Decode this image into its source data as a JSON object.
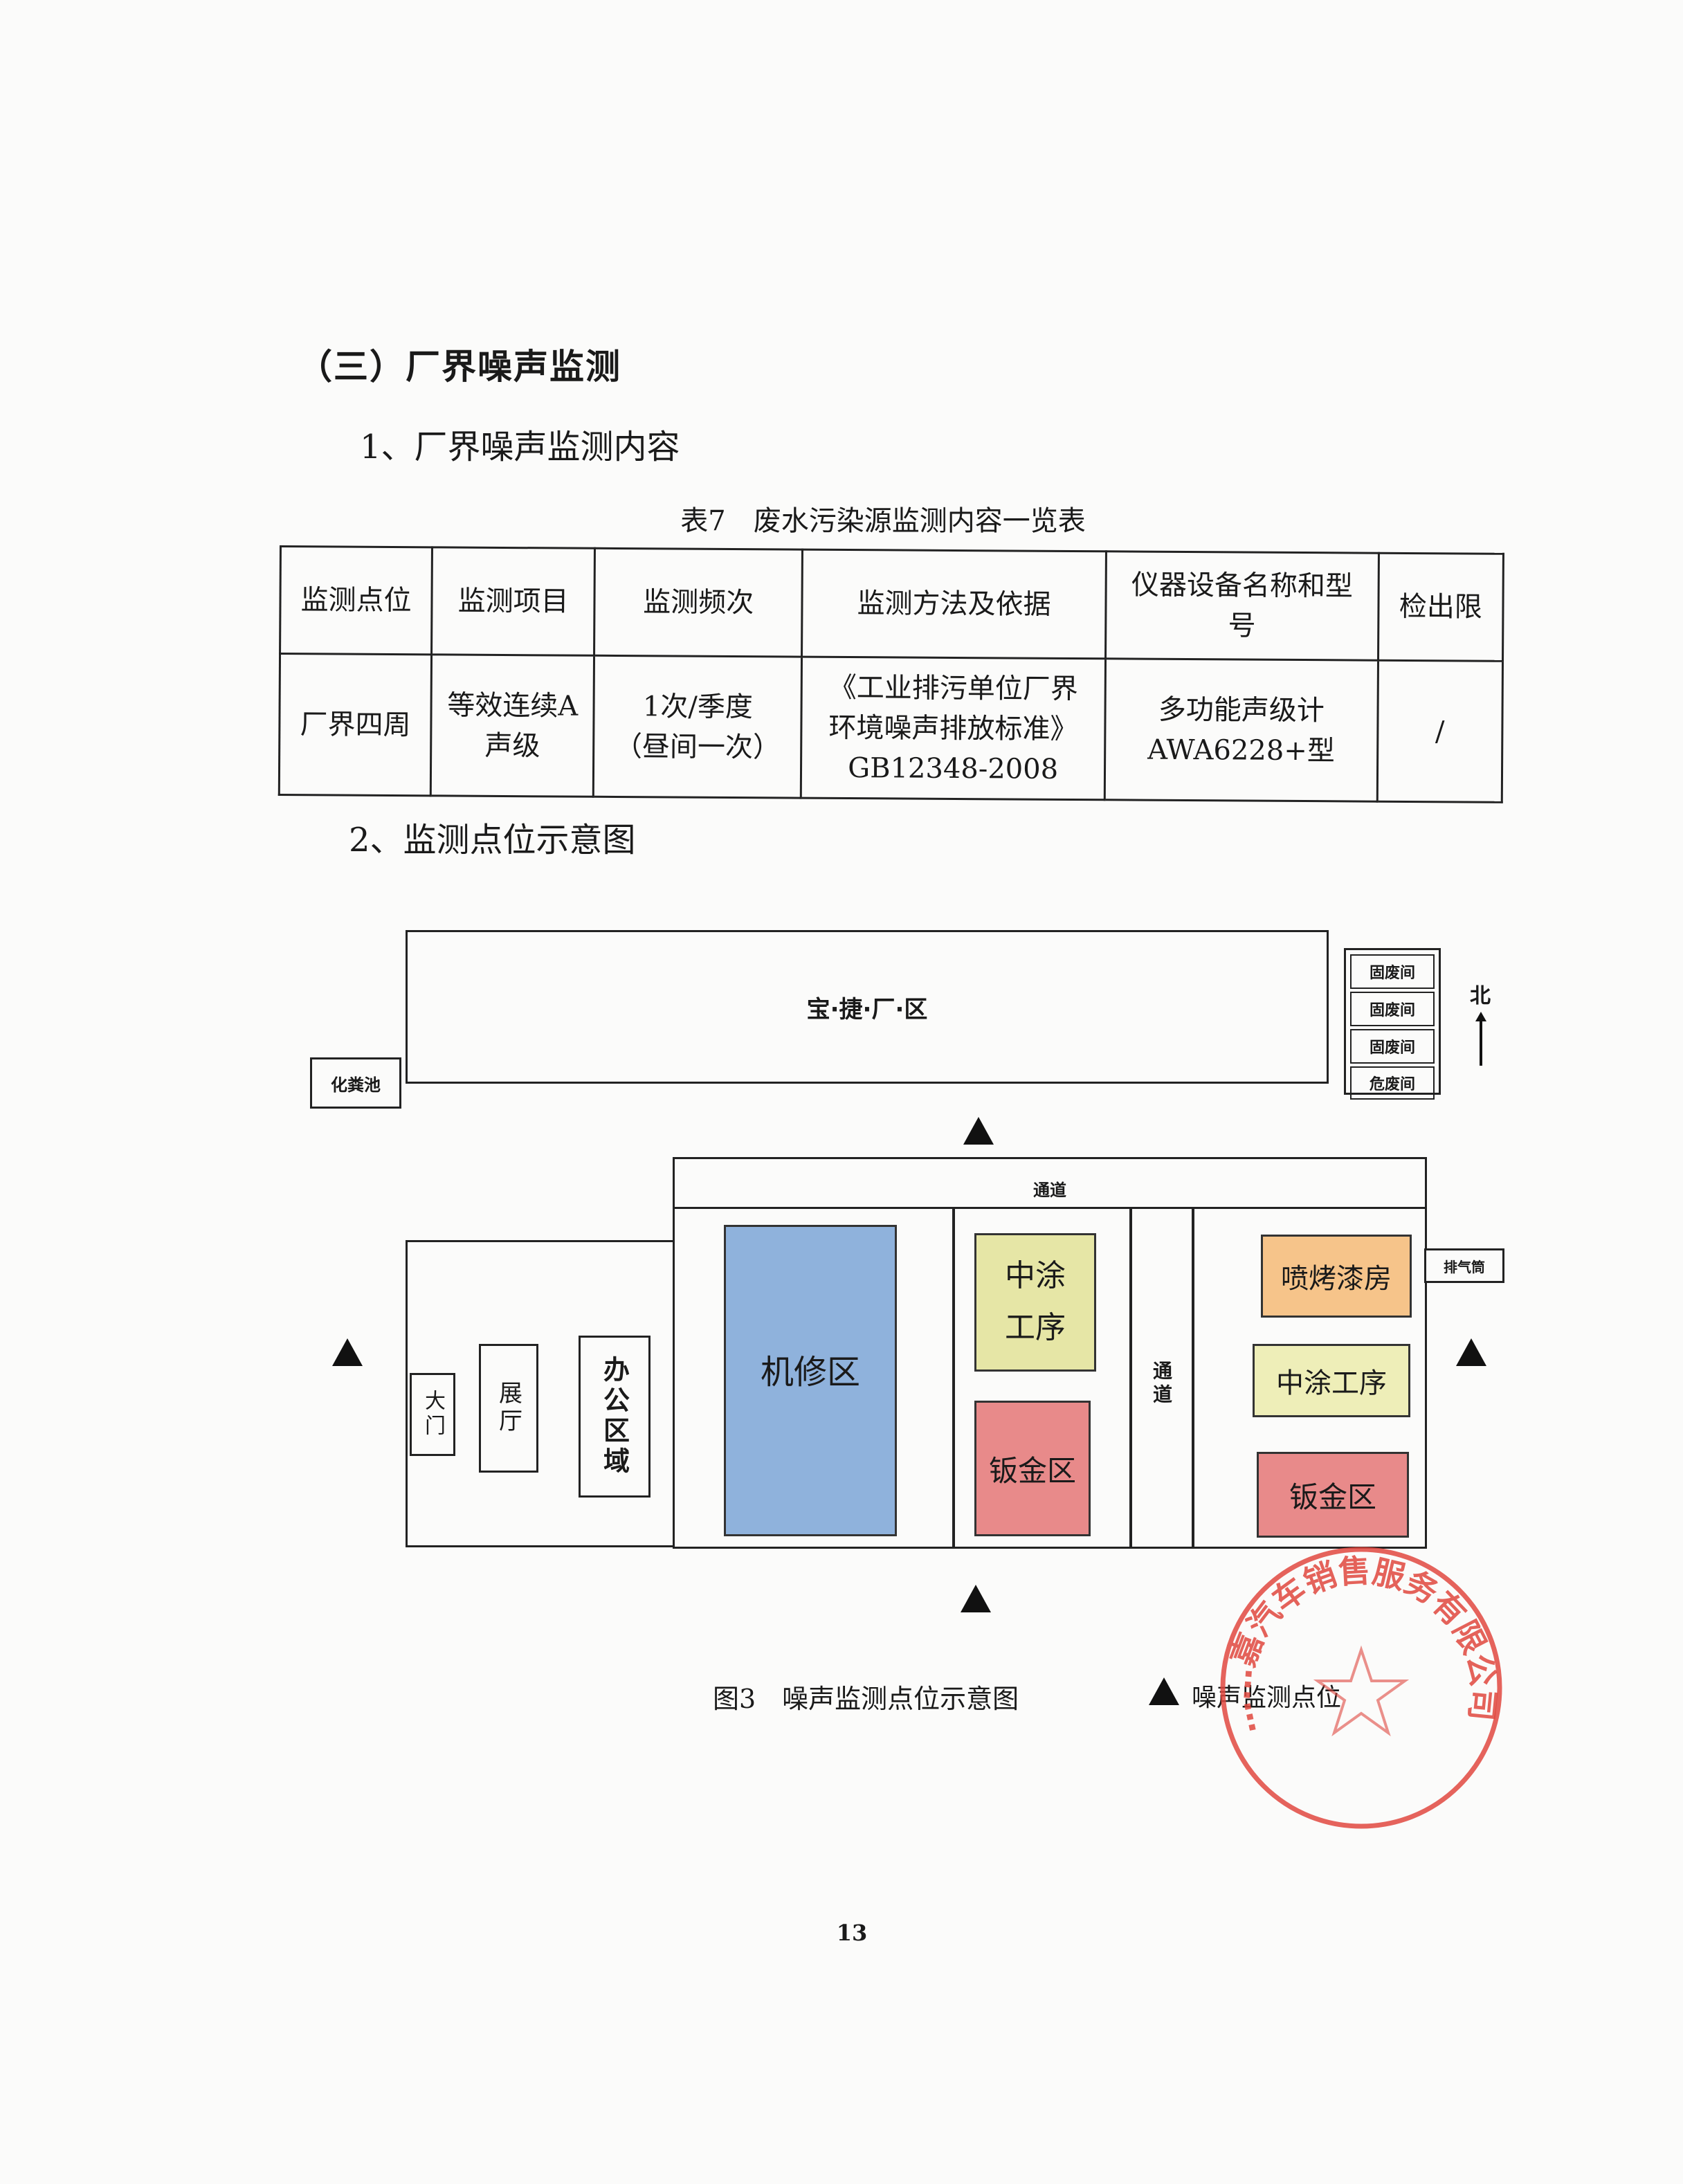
{
  "section": {
    "title": "（三）厂界噪声监测",
    "sub1": "1、厂界噪声监测内容",
    "sub2": "2、监测点位示意图"
  },
  "table": {
    "caption": "表7　废水污染源监测内容一览表",
    "headers": [
      "监测点位",
      "监测项目",
      "监测频次",
      "监测方法及依据",
      "仪器设备名称和型号",
      "检出限"
    ],
    "row": {
      "point": "厂界四周",
      "item": "等效连续A声级",
      "freq_line1": "1次/季度",
      "freq_line2": "（昼间一次）",
      "method_line1": "《工业排污单位厂界",
      "method_line2": "环境噪声排放标准》",
      "method_line3": "GB12348-2008",
      "instr_line1": "多功能声级计",
      "instr_line2": "AWA6228+型",
      "limit": "/"
    }
  },
  "diagram": {
    "plant": "宝·捷·厂·区",
    "septic": "化粪池",
    "waste_rooms": [
      "固废间",
      "固废间",
      "固废间",
      "危废间"
    ],
    "north": "北",
    "corridor_top": "通道",
    "corridor_mid": "通道",
    "gate": "大门",
    "hall": "展厅",
    "office": "办公区域",
    "repair": "机修区",
    "paint_mid_left": "中涂工序",
    "sheet_left": "钣金区",
    "spray_booth": "喷烤漆房",
    "paint_mid_right": "中涂工序",
    "sheet_right": "钣金区",
    "exhaust": "排气筒",
    "colors": {
      "repair": "#8fb2dc",
      "paint_mid": "#e6e6a6",
      "sheet": "#e88a8a",
      "spray": "#f6c48a",
      "paint_mid_right": "#eeeeb8"
    }
  },
  "figure": {
    "caption": "图3　噪声监测点位示意图",
    "legend": "噪声监测点位"
  },
  "stamp": {
    "text": "……嘉汽车销售服务有限公司",
    "color": "#e0483f"
  },
  "page_number": "13"
}
